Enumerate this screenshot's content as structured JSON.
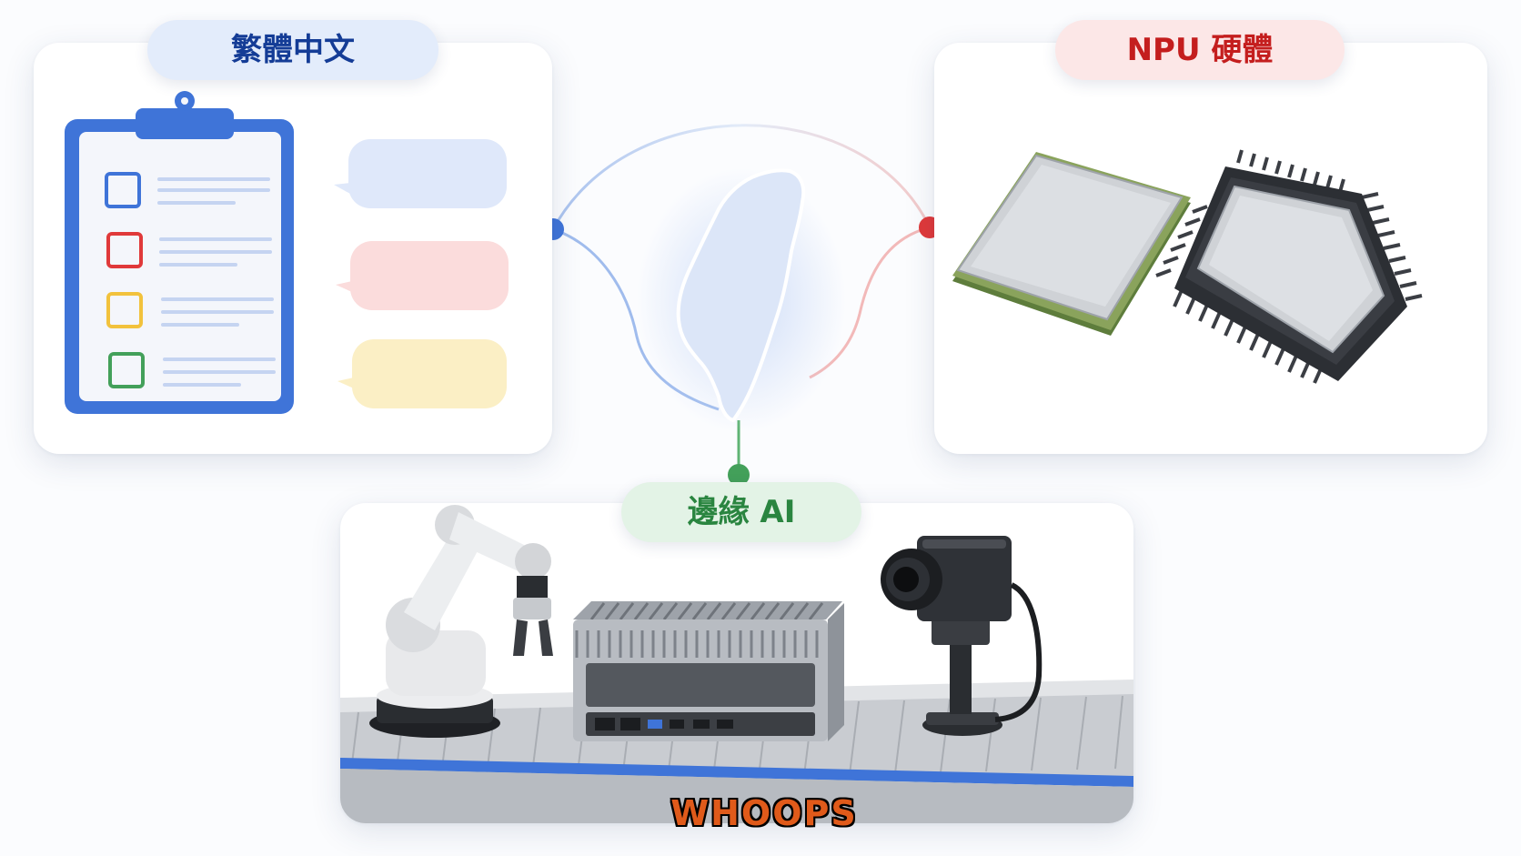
{
  "cards": {
    "language": {
      "label": "繁體中文",
      "accent": "#143c96",
      "pill_bg": "#e3ecfb"
    },
    "npu": {
      "label": "NPU 硬體",
      "accent": "#c41e1e",
      "pill_bg": "#fce7e7"
    },
    "edge": {
      "label": "邊緣 AI",
      "accent": "#2a8540",
      "pill_bg": "#e3f3e6"
    }
  },
  "colors": {
    "blue": "#3f74d8",
    "red": "#e0393a",
    "green": "#43a05a",
    "yellow": "#f2c23c",
    "bubble_blue": "#dfe8fa",
    "bubble_red": "#fbdcdc",
    "bubble_yellow": "#fbefc5"
  },
  "icons": [
    "clipboard-icon",
    "chat-bubble-icon",
    "taiwan-map-icon",
    "cpu-chip-icon",
    "qfp-chip-icon",
    "robot-arm-icon",
    "edge-computer-icon",
    "industrial-camera-icon",
    "conveyor-belt-icon"
  ],
  "watermark": "WHOOPS"
}
